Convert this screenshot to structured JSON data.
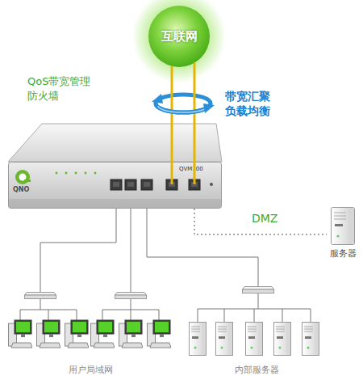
{
  "diagram": {
    "nodes": [
      {
        "text": [
          "互联网"
        ]
      },
      {
        "text": [
          "QNO",
          "QVM100"
        ]
      },
      {
        "text": [
          "服务器"
        ]
      }
    ],
    "edges": [
      {
        "from": 0,
        "to": 1,
        "arrow": "none"
      },
      {
        "from": 0,
        "to": 1,
        "arrow": "none"
      },
      {
        "from": 1,
        "to": 2,
        "label": "DMZ",
        "arrow": "none"
      }
    ],
    "labels": [
      "QoS带宽管理 防火墙",
      "带宽汇聚 负载均衡",
      "用户局域网",
      "内部服务器"
    ]
  }
}
